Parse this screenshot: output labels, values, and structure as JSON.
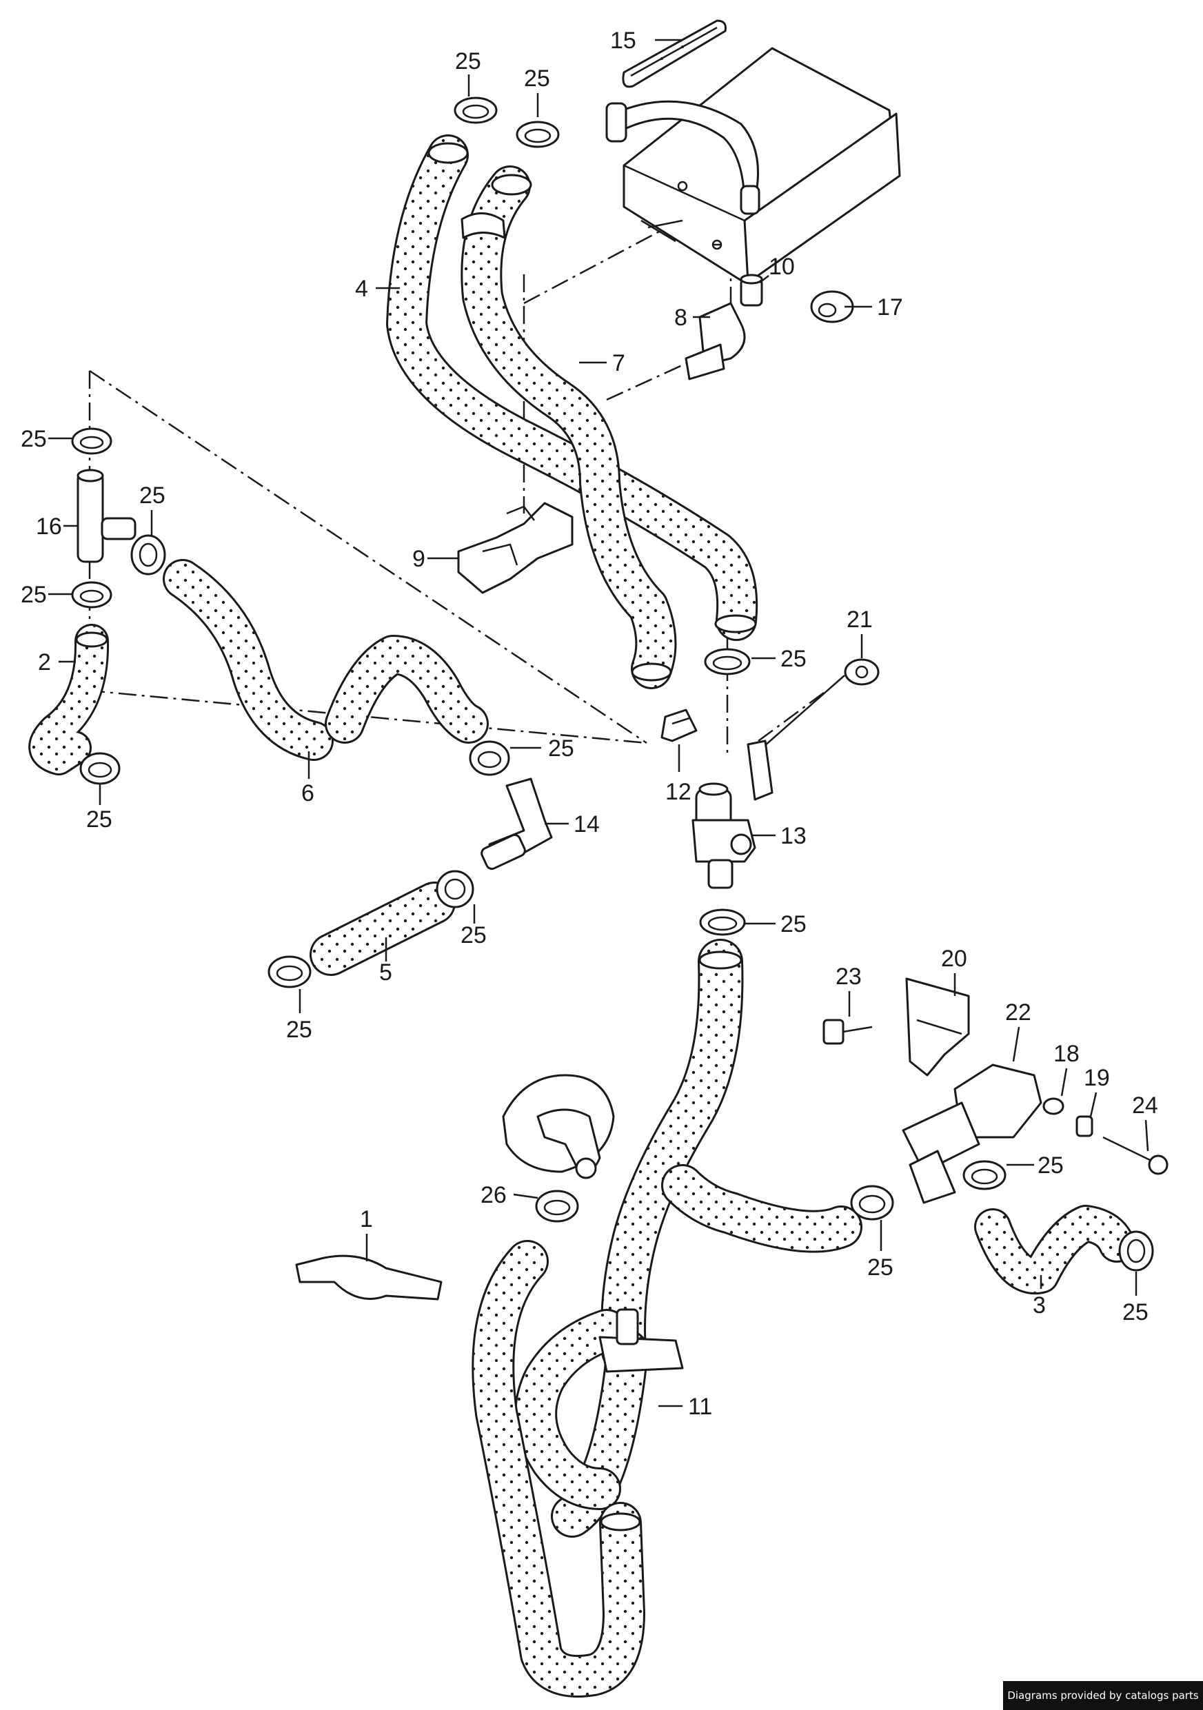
{
  "diagram": {
    "callouts": {
      "p1": "1",
      "p2": "2",
      "p3": "3",
      "p4": "4",
      "p5": "5",
      "p6": "6",
      "p7": "7",
      "p8": "8",
      "p9": "9",
      "p10": "10",
      "p11": "11",
      "p12": "12",
      "p13": "13",
      "p14": "14",
      "p15": "15",
      "p16": "16",
      "p17": "17",
      "p18": "18",
      "p19": "19",
      "p20": "20",
      "p21": "21",
      "p22": "22",
      "p23": "23",
      "p24": "24",
      "p26": "26",
      "c25": "25"
    }
  },
  "footer": {
    "credit": "Diagrams provided by catalogs parts"
  }
}
